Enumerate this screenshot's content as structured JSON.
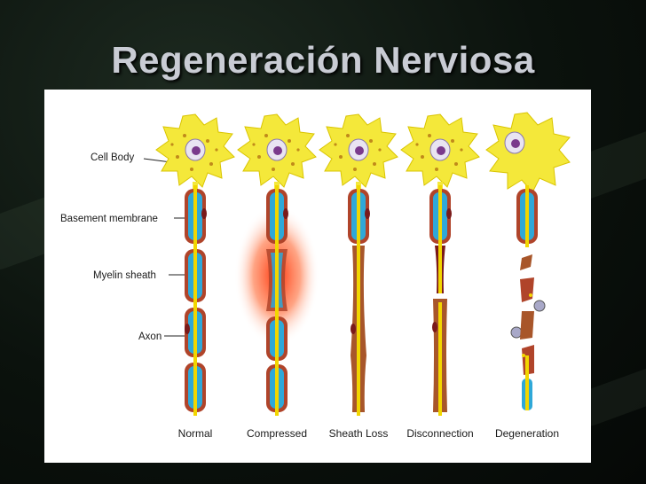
{
  "slide": {
    "title": "Regeneración Nerviosa"
  },
  "diagram": {
    "part_labels": [
      "Cell Body",
      "Basement membrane",
      "Myelin sheath",
      "Axon"
    ],
    "stages": [
      "Normal",
      "Compressed",
      "Sheath Loss",
      "Disconnection",
      "Degeneration"
    ]
  },
  "colors": {
    "background": "#0b120d",
    "title": "#c9ccd4",
    "cell_body": "#f4e83a",
    "axon": "#f2d600",
    "myelin": "#2fa8d8",
    "basement": "#b0442a",
    "nucleus": "#9a7bc0",
    "compression_glow": "#ff3a12"
  }
}
